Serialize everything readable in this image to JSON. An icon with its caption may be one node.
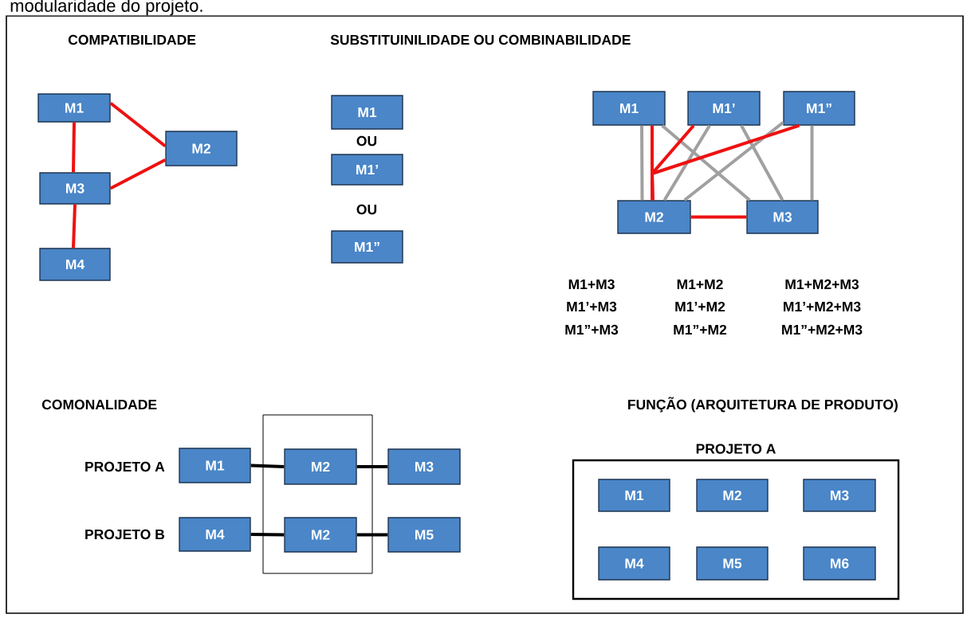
{
  "diagram": {
    "nodes": [
      {
        "text": [
          "M1"
        ]
      },
      {
        "text": [
          "M2"
        ]
      },
      {
        "text": [
          "M3"
        ]
      },
      {
        "text": [
          "M4"
        ]
      },
      {
        "text": [
          "M1"
        ]
      },
      {
        "text": [
          "M1’"
        ]
      },
      {
        "text": [
          "M1”"
        ]
      },
      {
        "text": [
          "M1"
        ]
      },
      {
        "text": [
          "M1’"
        ]
      },
      {
        "text": [
          "M1”"
        ]
      },
      {
        "text": [
          "M2"
        ]
      },
      {
        "text": [
          "M3"
        ]
      },
      {
        "text": [],
        "shape": "box"
      },
      {
        "text": [
          "M1"
        ]
      },
      {
        "text": [
          "M2"
        ],
        "in": 12
      },
      {
        "text": [
          "M3"
        ]
      },
      {
        "text": [
          "M4"
        ]
      },
      {
        "text": [
          "M2"
        ],
        "in": 12
      },
      {
        "text": [
          "M5"
        ]
      },
      {
        "text": [
          "PROJETO A"
        ]
      },
      {
        "text": [
          "M1"
        ],
        "in": 19
      },
      {
        "text": [
          "M2"
        ],
        "in": 19
      },
      {
        "text": [
          "M3"
        ],
        "in": 19
      },
      {
        "text": [
          "M4"
        ],
        "in": 19
      },
      {
        "text": [
          "M5"
        ],
        "in": 19
      },
      {
        "text": [
          "M6"
        ],
        "in": 19
      }
    ],
    "edges": [
      {
        "from": 0,
        "to": 1,
        "arrow": "none"
      },
      {
        "from": 0,
        "to": 2,
        "arrow": "none"
      },
      {
        "from": 2,
        "to": 1,
        "arrow": "none"
      },
      {
        "from": 2,
        "to": 3,
        "arrow": "none"
      },
      {
        "from": 7,
        "to": 10,
        "arrow": "none",
        "color": "#a0a0a0"
      },
      {
        "from": 7,
        "to": 11,
        "arrow": "none",
        "color": "#a0a0a0"
      },
      {
        "from": 8,
        "to": 10,
        "arrow": "none",
        "color": "#a0a0a0"
      },
      {
        "from": 8,
        "to": 11,
        "arrow": "none",
        "color": "#a0a0a0"
      },
      {
        "from": 9,
        "to": 10,
        "arrow": "none",
        "color": "#a0a0a0"
      },
      {
        "from": 9,
        "to": 11,
        "arrow": "none",
        "color": "#a0a0a0"
      },
      {
        "from": 7,
        "to": 10,
        "arrow": "none"
      },
      {
        "from": 8,
        "to": 10,
        "arrow": "none"
      },
      {
        "from": 9,
        "to": 10,
        "arrow": "none"
      },
      {
        "from": 10,
        "to": 11,
        "arrow": "none"
      },
      {
        "from": 13,
        "to": 14,
        "arrow": "none",
        "color": "#000000"
      },
      {
        "from": 14,
        "to": 15,
        "arrow": "none",
        "color": "#000000"
      },
      {
        "from": 16,
        "to": 17,
        "arrow": "none",
        "color": "#000000"
      },
      {
        "from": 17,
        "to": 18,
        "arrow": "none",
        "color": "#000000"
      }
    ],
    "labels": [
      "modularidade do projeto.",
      "COMPATIBILIDADE",
      "SUBSTITUINILIDADE OU COMBINABILIDADE",
      "OU",
      "OU",
      "M1+M3",
      "M1+M2",
      "M1+M2+M3",
      "M1’+M3",
      "M1’+M2",
      "M1’+M2+M3",
      "M1”+M3",
      "M1”+M2",
      "M1”+M2+M3",
      "COMONALIDADE",
      "PROJETO A",
      "PROJETO B",
      "FUNÇÃO (ARQUITETURA DE PRODUTO)"
    ]
  }
}
